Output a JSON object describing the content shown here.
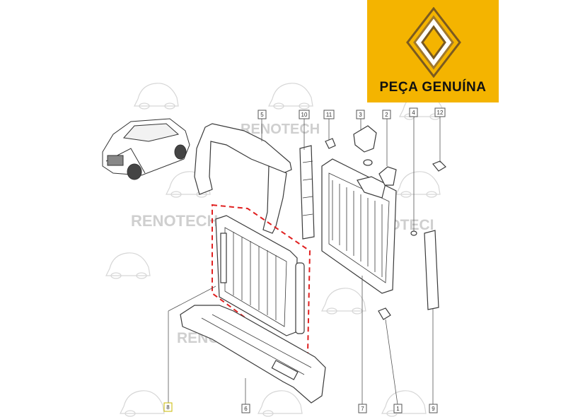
{
  "badge": {
    "text": "PEÇA GENUÍNA",
    "background": "#f4b400",
    "logo_icon": "renault-diamond-icon"
  },
  "watermark": {
    "text": "RENOTECH",
    "partial_text": "RENOTECI",
    "color": "#c8c8c8"
  },
  "callouts": [
    {
      "id": "c5",
      "label": "5"
    },
    {
      "id": "c10",
      "label": "10"
    },
    {
      "id": "c11",
      "label": "11"
    },
    {
      "id": "c3",
      "label": "3"
    },
    {
      "id": "c2",
      "label": "2"
    },
    {
      "id": "c4",
      "label": "4"
    },
    {
      "id": "c12",
      "label": "12"
    },
    {
      "id": "c8",
      "label": "8"
    },
    {
      "id": "c6",
      "label": "6"
    },
    {
      "id": "c7",
      "label": "7"
    },
    {
      "id": "c1",
      "label": "1"
    },
    {
      "id": "c9",
      "label": "9"
    }
  ],
  "highlight_color": "#e02020"
}
